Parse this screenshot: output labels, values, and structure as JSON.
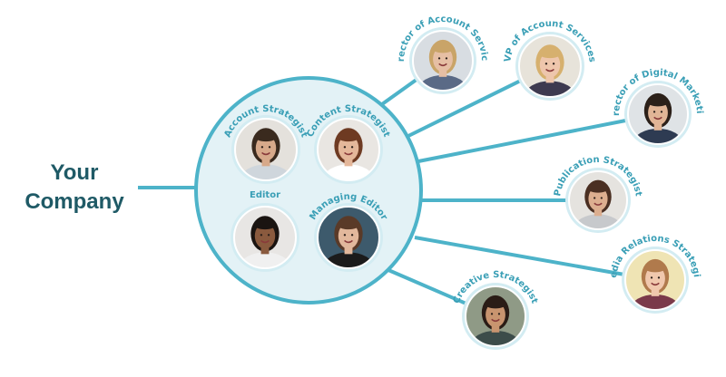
{
  "company": {
    "line1": "Your",
    "line2": "Company"
  },
  "team": [
    {
      "id": "account-strategist",
      "label": "Account Strategist",
      "hair": "#3a2a1e",
      "shirt": "#cfd6dc",
      "skin": "#d7a98a",
      "bg": "#e4e1dc"
    },
    {
      "id": "content-strategist",
      "label": "Content Strategist",
      "hair": "#6e3a22",
      "shirt": "#ffffff",
      "skin": "#e4b79a",
      "bg": "#e9e6e2"
    },
    {
      "id": "editor",
      "label": "Editor",
      "hair": "#1a1411",
      "shirt": "#f0f0f0",
      "skin": "#8a5a3e",
      "bg": "#e8e6e4"
    },
    {
      "id": "managing-editor",
      "label": "Managing Editor",
      "hair": "#5a3a28",
      "shirt": "#1b1b1b",
      "skin": "#e2b89c",
      "bg": "#3d5a6c"
    }
  ],
  "spokes": [
    {
      "id": "director-account-services",
      "label": "Director of Account Services",
      "hair": "#c9a468",
      "shirt": "#5a6a86",
      "skin": "#e6bfa4",
      "bg": "#d8dde2"
    },
    {
      "id": "vp-account-services",
      "label": "VP of Account Services",
      "hair": "#d6b06e",
      "shirt": "#3d3a50",
      "skin": "#eec6ac",
      "bg": "#e7e3da"
    },
    {
      "id": "director-digital-marketing",
      "label": "Director of Digital Marketing",
      "hair": "#2b2019",
      "shirt": "#2e3b52",
      "skin": "#e1b596",
      "bg": "#dfe3e6"
    },
    {
      "id": "publication-strategist",
      "label": "Publication Strategist",
      "hair": "#4a2f22",
      "shirt": "#c7c9cc",
      "skin": "#dcae8f",
      "bg": "#e5e3df"
    },
    {
      "id": "media-relations-strategist",
      "label": "Media Relations Strategist",
      "hair": "#b07a4c",
      "shirt": "#7a3a4a",
      "skin": "#f0c8ad",
      "bg": "#efe4b4"
    },
    {
      "id": "creative-strategist",
      "label": "Creative Strategist",
      "hair": "#2a1c16",
      "shirt": "#3c4c4a",
      "skin": "#c8946f",
      "bg": "#8f9a86"
    }
  ],
  "colors": {
    "accent": "#4db3c9",
    "ring": "#d3ecf2",
    "hub_fill": "#e3f2f6",
    "company_text": "#1f5a66",
    "label_text": "#3a9fb6"
  }
}
